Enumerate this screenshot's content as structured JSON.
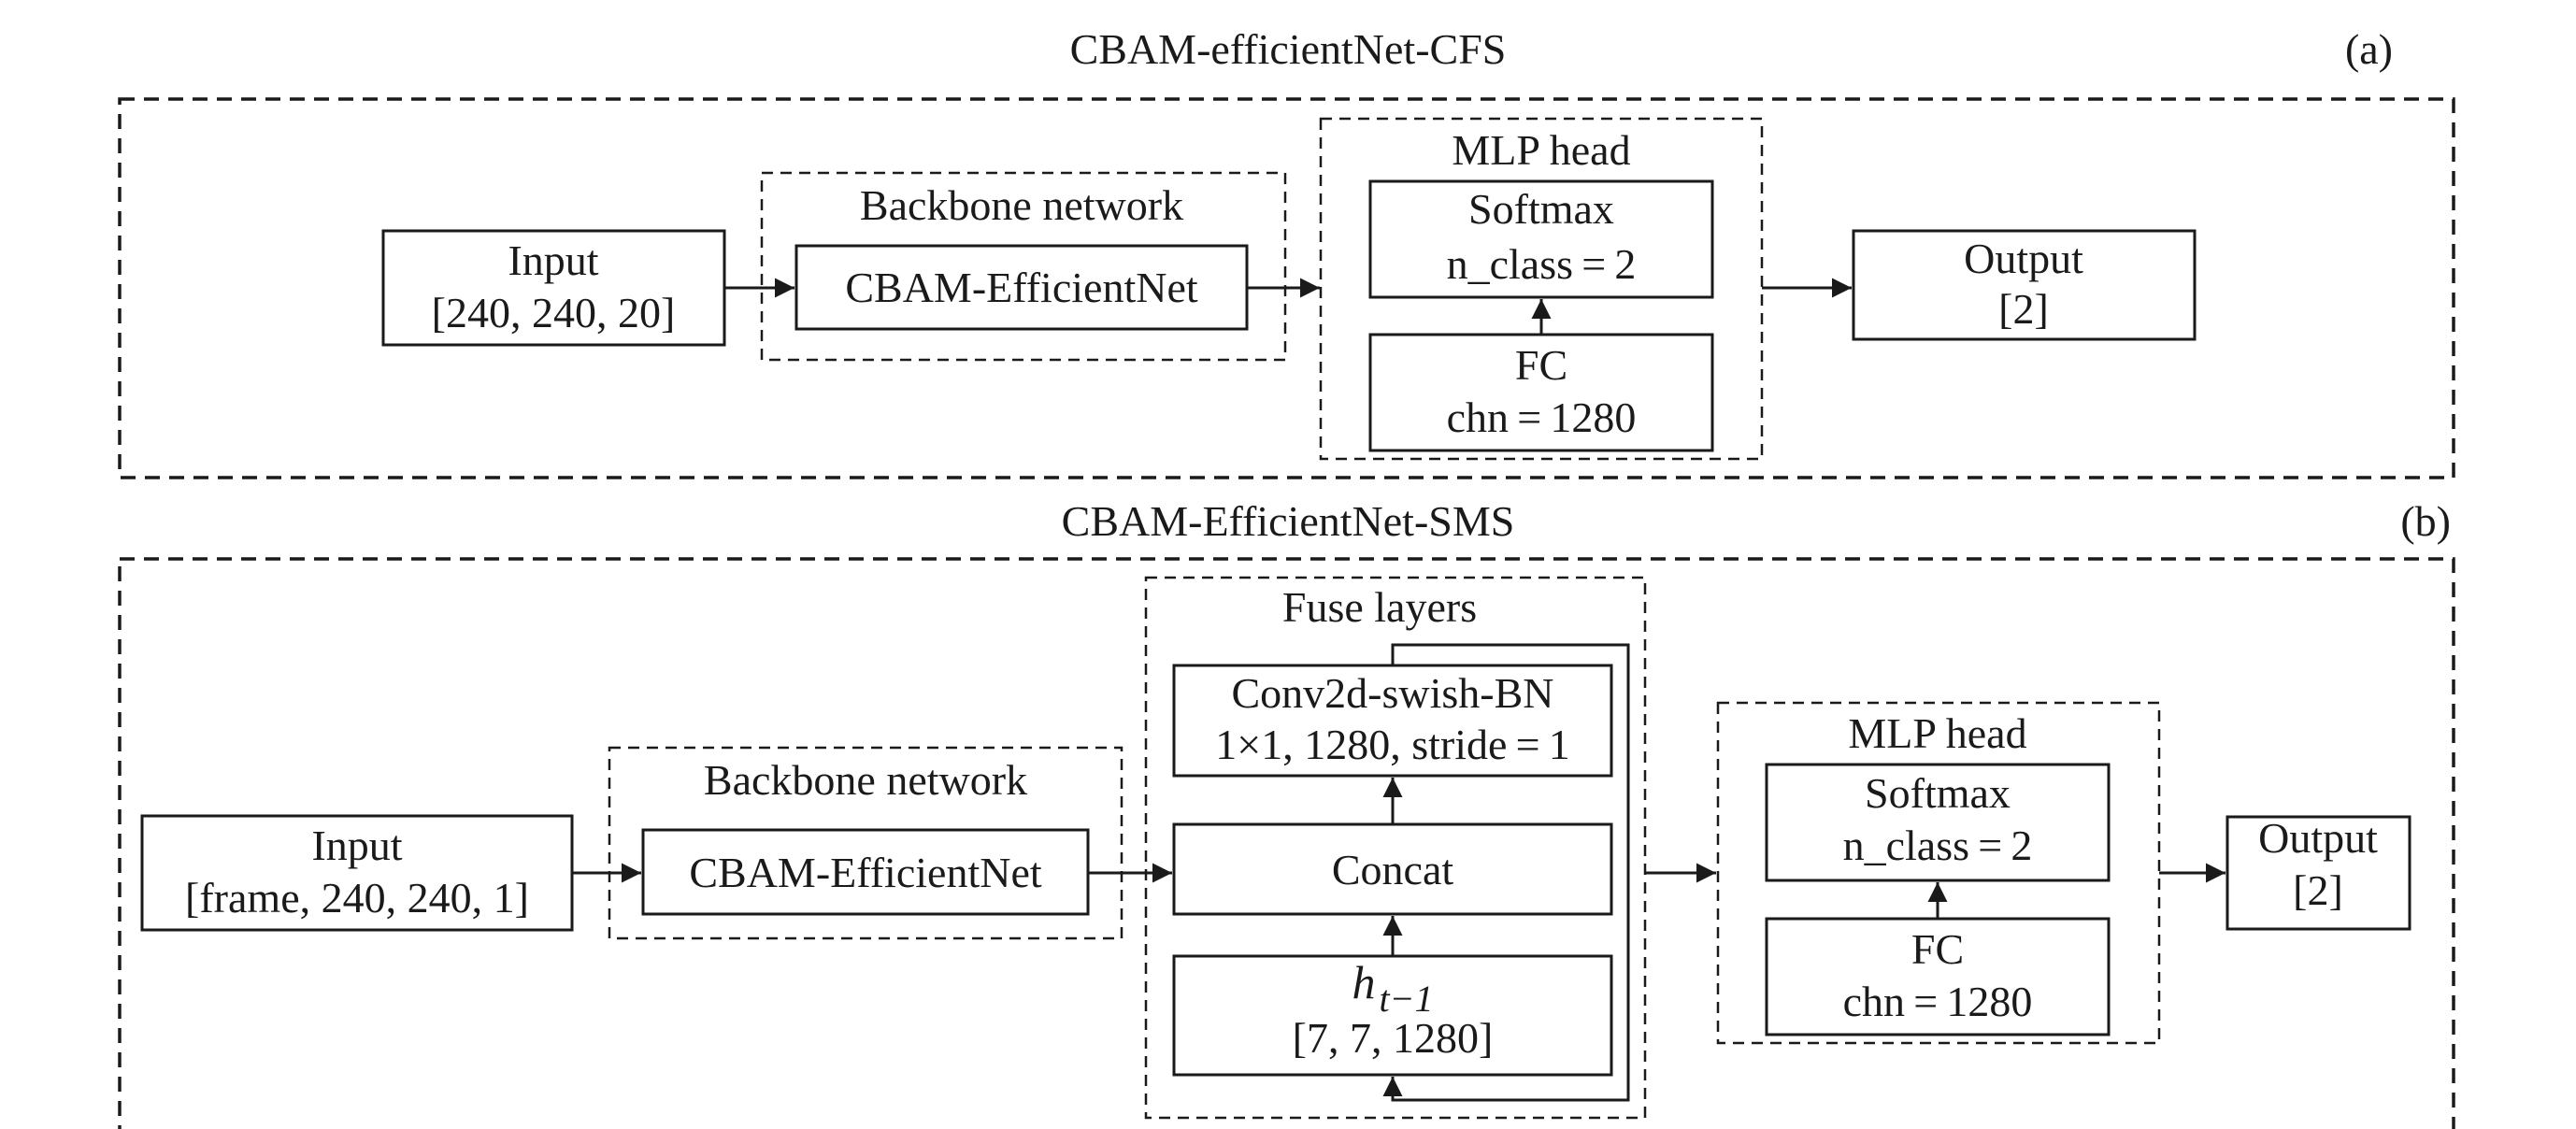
{
  "panel_a": {
    "title": "CBAM-efficientNet-CFS",
    "tag": "(a)",
    "input": {
      "line1": "Input",
      "line2": "[240, 240, 20]"
    },
    "backbone": {
      "title": "Backbone network",
      "block": "CBAM-EfficientNet"
    },
    "mlp": {
      "title": "MLP head",
      "softmax": {
        "line1": "Softmax",
        "line2": "n_class = 2"
      },
      "fc": {
        "line1": "FC",
        "line2": "chn = 1280"
      }
    },
    "output": {
      "line1": "Output",
      "line2": "[2]"
    }
  },
  "panel_b": {
    "title": "CBAM-EfficientNet-SMS",
    "tag": "(b)",
    "input": {
      "line1": "Input",
      "line2": "[frame, 240, 240, 1]"
    },
    "backbone": {
      "title": "Backbone network",
      "block": "CBAM-EfficientNet"
    },
    "fuse": {
      "title": "Fuse layers",
      "conv": {
        "line1": "Conv2d-swish-BN",
        "line2": "1×1, 1280, stride = 1"
      },
      "concat": "Concat",
      "hidden": {
        "symbol": "h",
        "subscript": "t−1",
        "line2": "[7, 7, 1280]"
      }
    },
    "mlp": {
      "title": "MLP head",
      "softmax": {
        "line1": "Softmax",
        "line2": "n_class = 2"
      },
      "fc": {
        "line1": "FC",
        "line2": "chn = 1280"
      }
    },
    "output": {
      "line1": "Output",
      "line2": "[2]"
    }
  }
}
